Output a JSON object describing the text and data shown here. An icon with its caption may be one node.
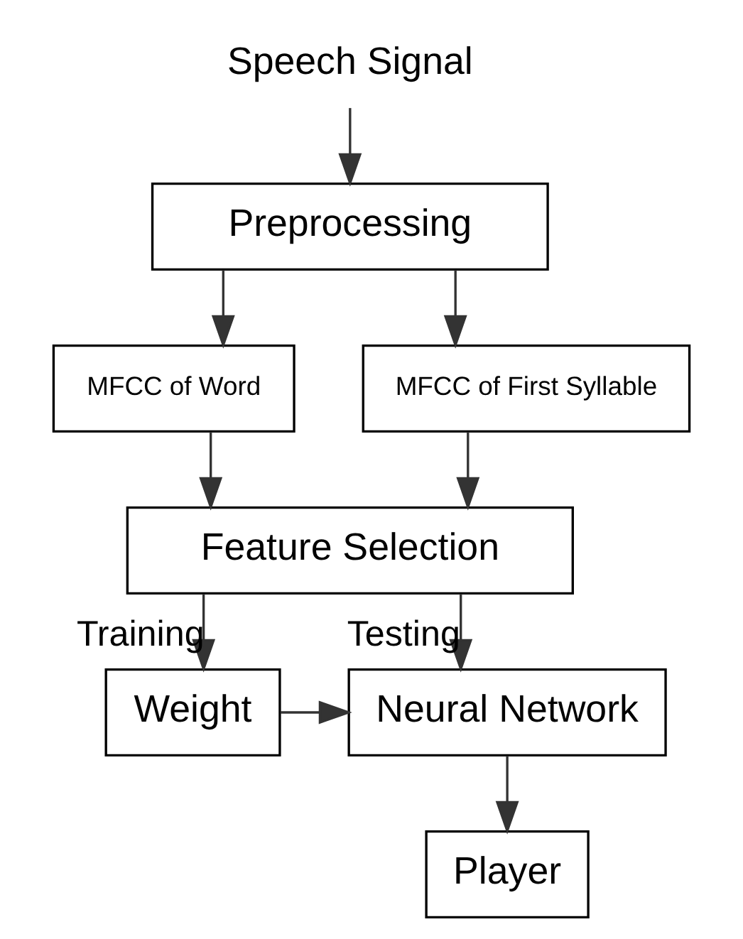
{
  "diagram": {
    "nodes": [
      {
        "text": [
          "Speech Signal"
        ]
      },
      {
        "text": [
          "Preprocessing"
        ]
      },
      {
        "text": [
          "MFCC of Word"
        ]
      },
      {
        "text": [
          "MFCC of First Syllable"
        ]
      },
      {
        "text": [
          "Feature Selection"
        ]
      },
      {
        "text": [
          "Weight"
        ]
      },
      {
        "text": [
          "Neural Network"
        ]
      },
      {
        "text": [
          "Player"
        ]
      }
    ],
    "edges": [
      {
        "from": 0,
        "to": 1,
        "arrow": "to"
      },
      {
        "from": 1,
        "to": 2,
        "arrow": "to"
      },
      {
        "from": 1,
        "to": 3,
        "arrow": "to"
      },
      {
        "from": 2,
        "to": 4,
        "arrow": "to"
      },
      {
        "from": 3,
        "to": 4,
        "arrow": "to"
      },
      {
        "from": 4,
        "to": 5,
        "arrow": "to",
        "label": "Training"
      },
      {
        "from": 4,
        "to": 6,
        "arrow": "to",
        "label": "Testing"
      },
      {
        "from": 5,
        "to": 6,
        "arrow": "to"
      },
      {
        "from": 6,
        "to": 7,
        "arrow": "to"
      }
    ]
  }
}
